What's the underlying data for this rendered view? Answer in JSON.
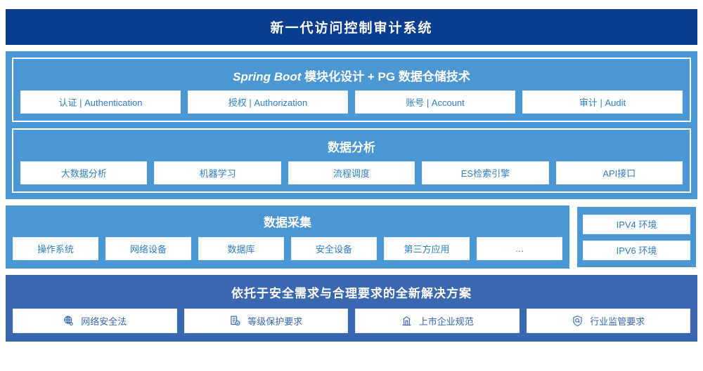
{
  "header": {
    "title": "新一代访问控制审计系统",
    "bg_color": "#0b3d8f"
  },
  "platform": {
    "bg_color": "#4a97d4",
    "panels": [
      {
        "title_italic": "Spring Boot",
        "title_rest": " 模块化设计 + PG 数据仓储技术",
        "items": [
          "认证 | Authentication",
          "授权 | Authorization",
          "账号 | Account",
          "审计 | Audit"
        ]
      },
      {
        "title_italic": "",
        "title_rest": "数据分析",
        "items": [
          "大数据分析",
          "机器学习",
          "流程调度",
          "ES检索引擎",
          "API接口"
        ]
      }
    ]
  },
  "collection": {
    "bg_color": "#4a97d4",
    "title": "数据采集",
    "items": [
      "操作系统",
      "网络设备",
      "数据库",
      "安全设备",
      "第三方应用",
      "…"
    ]
  },
  "environment": {
    "bg_color": "#4a97d4",
    "items": [
      "IPV4 环境",
      "IPV6 环境"
    ]
  },
  "compliance": {
    "bg_color": "#3a68b0",
    "title": "依托于安全需求与合理要求的全新解决方案",
    "items": [
      {
        "label": "网络安全法",
        "icon": "globe-network-icon"
      },
      {
        "label": "等级保护要求",
        "icon": "document-check-icon"
      },
      {
        "label": "上市企业规范",
        "icon": "bank-building-icon"
      },
      {
        "label": "行业监管要求",
        "icon": "shield-search-icon"
      }
    ]
  }
}
